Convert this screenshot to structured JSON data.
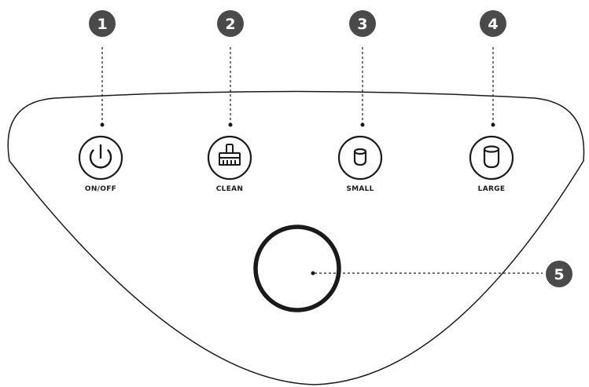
{
  "callouts": [
    {
      "number": "1"
    },
    {
      "number": "2"
    },
    {
      "number": "3"
    },
    {
      "number": "4"
    },
    {
      "number": "5"
    }
  ],
  "buttons": [
    {
      "label": "ON/OFF",
      "icon": "power-icon"
    },
    {
      "label": "CLEAN",
      "icon": "brush-icon"
    },
    {
      "label": "SMALL",
      "icon": "small-cup-icon"
    },
    {
      "label": "LARGE",
      "icon": "large-cup-icon"
    }
  ],
  "colors": {
    "callout_fill": "#4a4a4a",
    "stroke": "#1a1a1a",
    "background": "#ffffff"
  }
}
